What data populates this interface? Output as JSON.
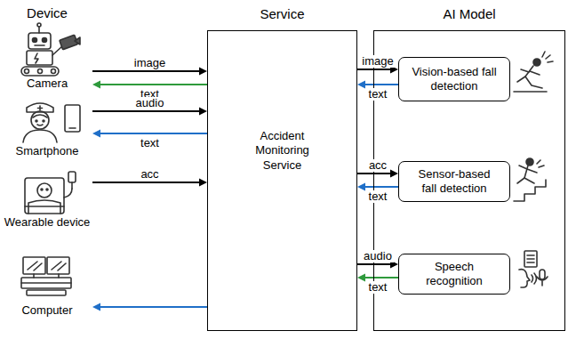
{
  "diagram": {
    "nodes": [
      {
        "text": [
          "Camera"
        ]
      },
      {
        "text": [
          "Smartphone"
        ]
      },
      {
        "text": [
          "Wearable device"
        ]
      },
      {
        "text": [
          "Computer"
        ]
      },
      {
        "text": [
          "Service",
          "Accident Monitoring Service"
        ]
      },
      {
        "text": [
          "AI Model"
        ]
      },
      {
        "text": [
          "Vision-based fall detection"
        ],
        "in": 5
      },
      {
        "text": [
          "Sensor-based fall detection"
        ],
        "in": 5
      },
      {
        "text": [
          "Speech recognition"
        ],
        "in": 5
      }
    ],
    "edges": [
      {
        "from": 0,
        "to": 4,
        "label": "image",
        "arrow": "to"
      },
      {
        "from": 4,
        "to": 0,
        "label": "text",
        "arrow": "to"
      },
      {
        "from": 1,
        "to": 4,
        "label": "audio",
        "arrow": "to"
      },
      {
        "from": 4,
        "to": 1,
        "label": "text",
        "arrow": "to"
      },
      {
        "from": 2,
        "to": 4,
        "label": "acc",
        "arrow": "to"
      },
      {
        "from": 4,
        "to": 3,
        "arrow": "to"
      },
      {
        "from": 4,
        "to": 6,
        "label": "image",
        "arrow": "to"
      },
      {
        "from": 6,
        "to": 4,
        "label": "text",
        "arrow": "to"
      },
      {
        "from": 4,
        "to": 7,
        "label": "acc",
        "arrow": "to"
      },
      {
        "from": 7,
        "to": 4,
        "label": "text",
        "arrow": "to"
      },
      {
        "from": 4,
        "to": 8,
        "label": "audio",
        "arrow": "to"
      },
      {
        "from": 8,
        "to": 4,
        "label": "text",
        "arrow": "to"
      }
    ],
    "labels": [
      "Device"
    ]
  }
}
